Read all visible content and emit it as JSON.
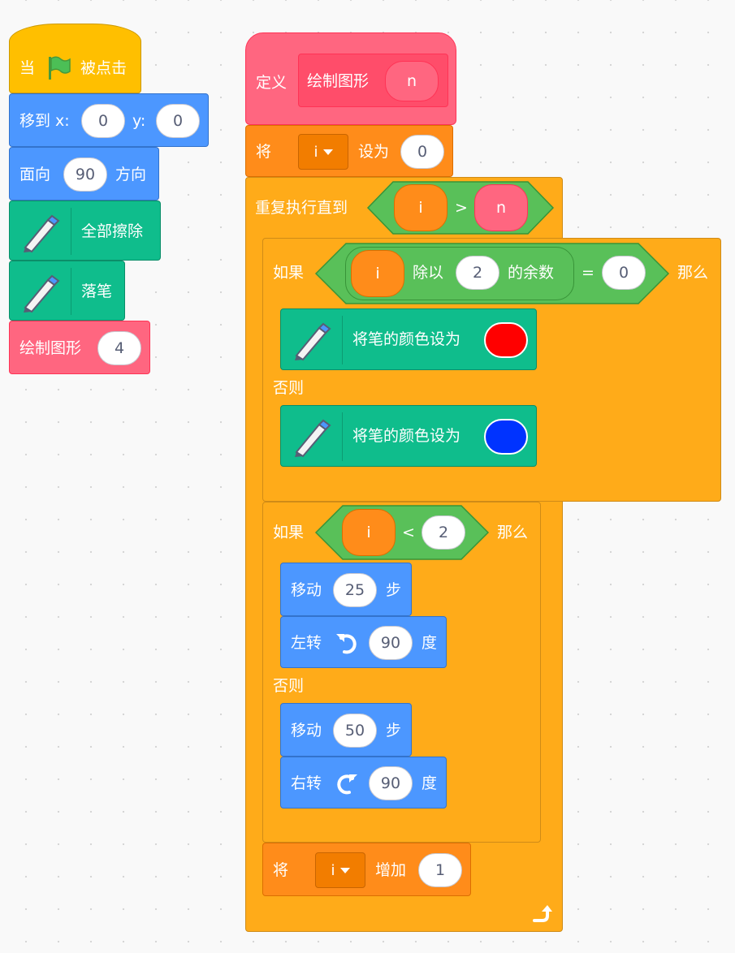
{
  "colors": {
    "events": "#ffbf00",
    "motion": "#4c97ff",
    "pen": "#0fbd8c",
    "custom": "#ff6680",
    "control": "#ffab19",
    "variables": "#ff8c1a",
    "operators": "#59c059",
    "pen_red": "#ff0000",
    "pen_blue": "#0033ff"
  },
  "script1": {
    "when_flag": {
      "prefix": "当",
      "suffix": "被点击",
      "icon": "green-flag-icon"
    },
    "goto": {
      "label": "移到 x:",
      "x": "0",
      "y_label": "y:",
      "y": "0"
    },
    "point_dir": {
      "label": "面向",
      "value": "90",
      "suffix": "方向"
    },
    "clear": {
      "label": "全部擦除",
      "icon": "pen-icon"
    },
    "pen_down": {
      "label": "落笔",
      "icon": "pen-icon"
    },
    "call": {
      "label": "绘制图形",
      "arg": "4"
    }
  },
  "script2": {
    "define": {
      "label": "定义",
      "proc_name": "绘制图形",
      "param": "n"
    },
    "set_var": {
      "label": "将",
      "var": "i",
      "to": "设为",
      "value": "0"
    },
    "repeat_until": {
      "label": "重复执行直到",
      "left": "i",
      "op": ">",
      "right": "n",
      "loop_icon": "loop-arrow-icon"
    },
    "if1": {
      "if_label": "如果",
      "then_label": "那么",
      "left": "i",
      "mod_label": "除以",
      "divisor": "2",
      "rem_label": "的余数",
      "eq": "=",
      "rhs": "0",
      "then_block": {
        "label": "将笔的颜色设为",
        "color_name": "red"
      },
      "else_label": "否则",
      "else_block": {
        "label": "将笔的颜色设为",
        "color_name": "blue"
      }
    },
    "if2": {
      "if_label": "如果",
      "then_label": "那么",
      "left": "i",
      "op": "<",
      "right": "2",
      "move1": {
        "label": "移动",
        "steps": "25",
        "suffix": "步"
      },
      "turn_left": {
        "label": "左转",
        "degrees": "90",
        "suffix": "度",
        "icon": "rotate-left-icon"
      },
      "else_label": "否则",
      "move2": {
        "label": "移动",
        "steps": "50",
        "suffix": "步"
      },
      "turn_right": {
        "label": "右转",
        "degrees": "90",
        "suffix": "度",
        "icon": "rotate-right-icon"
      }
    },
    "change_var": {
      "label": "将",
      "var": "i",
      "by": "增加",
      "value": "1"
    }
  }
}
